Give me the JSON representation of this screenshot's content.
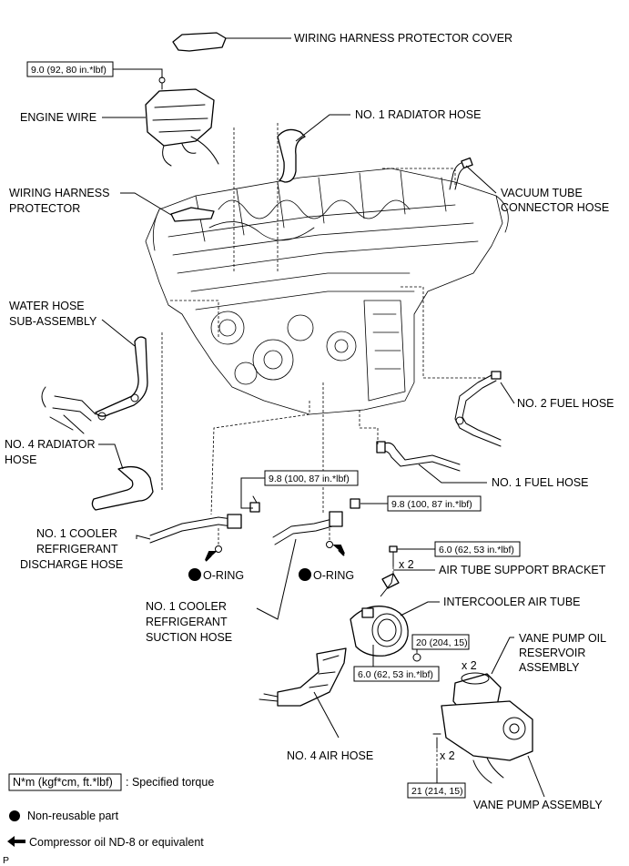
{
  "labels": {
    "wh_protector_cover": "WIRING HARNESS PROTECTOR COVER",
    "engine_wire": "ENGINE WIRE",
    "no1_radiator_hose": "NO. 1 RADIATOR HOSE",
    "vacuum_tube_1": "VACUUM TUBE",
    "vacuum_tube_2": "CONNECTOR HOSE",
    "wh_protector_1": "WIRING HARNESS",
    "wh_protector_2": "PROTECTOR",
    "water_hose_1": "WATER HOSE",
    "water_hose_2": "SUB-ASSEMBLY",
    "no2_fuel_hose": "NO. 2 FUEL HOSE",
    "no4_radiator_hose_1": "NO. 4 RADIATOR",
    "no4_radiator_hose_2": "HOSE",
    "no1_fuel_hose": "NO. 1 FUEL HOSE",
    "discharge_1": "NO. 1 COOLER",
    "discharge_2": "REFRIGERANT",
    "discharge_3": "DISCHARGE HOSE",
    "oring_left": "O-RING",
    "oring_right": "O-RING",
    "air_tube_bracket": "AIR TUBE SUPPORT BRACKET",
    "intercooler_air_tube": "INTERCOOLER AIR TUBE",
    "suction_1": "NO. 1 COOLER",
    "suction_2": "REFRIGERANT",
    "suction_3": "SUCTION HOSE",
    "vane_reservoir_1": "VANE PUMP OIL",
    "vane_reservoir_2": "RESERVOIR",
    "vane_reservoir_3": "ASSEMBLY",
    "no4_air_hose": "NO. 4 AIR HOSE",
    "vane_pump": "VANE PUMP ASSEMBLY",
    "x2_a": "x 2",
    "x2_b": "x 2",
    "x2_c": "x 2"
  },
  "torques": {
    "engine_wire_bolt": "9.0 (92, 80 in.*lbf)",
    "discharge_bolt": "9.8 (100, 87 in.*lbf)",
    "suction_bolt": "9.8 (100, 87 in.*lbf)",
    "bracket_bolt": "6.0 (62, 53 in.*lbf)",
    "reservoir_nut": "20 (204, 15)",
    "air_tube_bolt": "6.0 (62, 53 in.*lbf)",
    "vane_pump_bolt": "21 (214, 15)"
  },
  "legend": {
    "torque_box": "N*m (kgf*cm, ft.*lbf)",
    "torque_text": ": Specified torque",
    "nonreusable": "Non-reusable part",
    "oil": "Compressor oil ND-8 or equivalent",
    "corner": "P"
  }
}
